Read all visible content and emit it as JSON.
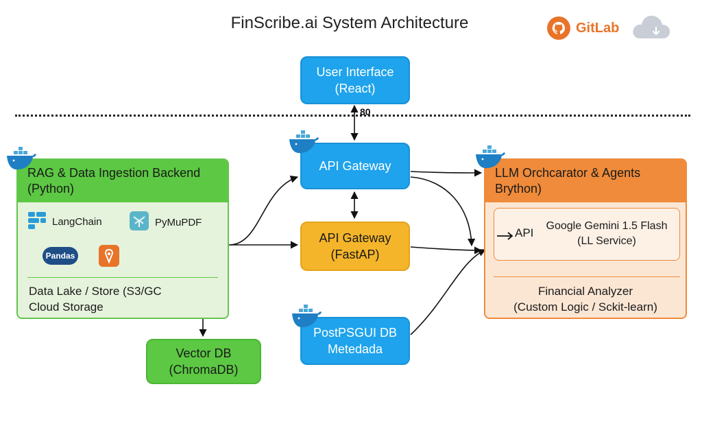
{
  "header": {
    "title": "FinScribe.ai System Architecture",
    "gitlab_label": "GitLab"
  },
  "nodes": {
    "user_interface": {
      "line1": "User Interface",
      "line2": "(React)"
    },
    "port_label": "80",
    "api_gateway": {
      "line1": "API Gateway"
    },
    "api_gateway_fastapi": {
      "line1": "API Gateway",
      "line2": "(FastAP)"
    },
    "postgres": {
      "line1": "PostPSGUI DB",
      "line2": "Metedada"
    },
    "vector_db": {
      "line1": "Vector DB",
      "line2": "(ChromaDB)"
    }
  },
  "rag_panel": {
    "title_line1": "RAG & Data Ingestion Backend",
    "title_line2": "(Python)",
    "libs": {
      "langchain": "LangChain",
      "pymupdf": "PyMuPDF",
      "pandas": "Pandas"
    },
    "store_line1": "Data Lake / Store (S3/GC",
    "store_line2": "Cloud Storage"
  },
  "llm_panel": {
    "title_line1": "LLM Orchcarator & Agents",
    "title_line2": "Brython)",
    "api_label": "API",
    "gemini_line1": "Google Gemini 1.5 Flash",
    "gemini_line2": "(LL Service)",
    "analyzer_line1": "Financial Analyzer",
    "analyzer_line2": "(Custom Logic / Sckit-learn)"
  },
  "colors": {
    "blue": "#1ea3ec",
    "orange_box": "#f5b52a",
    "green": "#5cc843",
    "llm_orange": "#ef8b3a",
    "gitlab_orange": "#e8742a"
  },
  "icons": [
    "docker-whale-icon",
    "gitlab-icon",
    "cloud-download-icon",
    "langchain-icon",
    "pymupdf-icon",
    "pandas-icon",
    "pdf-icon",
    "arrow-icon"
  ]
}
